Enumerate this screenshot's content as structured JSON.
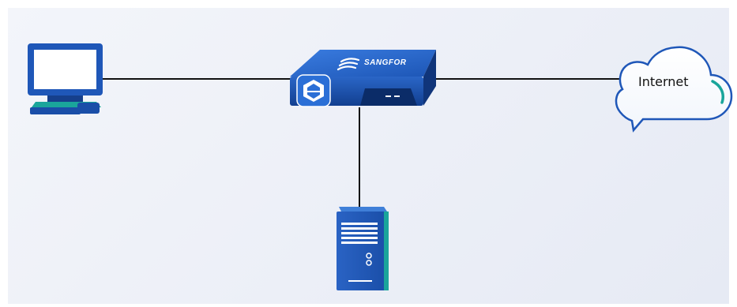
{
  "diagram": {
    "nodes": {
      "pc": {
        "kind": "desktop-computer",
        "icon": "desktop-computer-icon"
      },
      "appliance": {
        "kind": "network-security-appliance",
        "brand": "SANGFOR",
        "icon": "firewall-appliance-icon"
      },
      "cloud": {
        "kind": "cloud",
        "label": "Internet",
        "icon": "cloud-icon"
      },
      "server": {
        "kind": "tower-server",
        "icon": "server-tower-icon"
      }
    },
    "links": [
      {
        "from": "pc",
        "to": "appliance"
      },
      {
        "from": "appliance",
        "to": "cloud"
      },
      {
        "from": "appliance",
        "to": "server"
      }
    ],
    "colors": {
      "device_blue": "#1f57b8",
      "device_dark": "#0f3a86",
      "accent_teal": "#1aa59b",
      "link": "#111111"
    }
  }
}
